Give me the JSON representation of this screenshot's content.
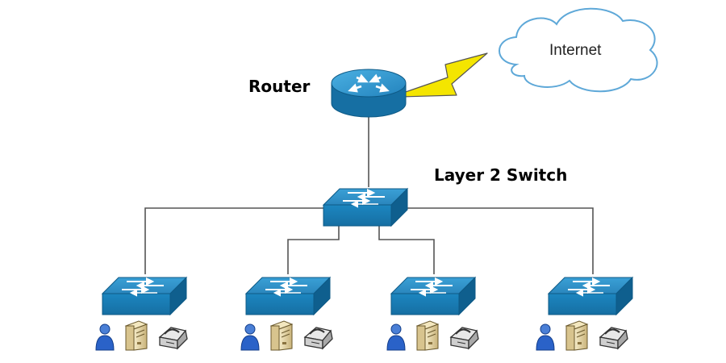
{
  "labels": {
    "router": "Router",
    "internet": "Internet",
    "core_switch": "Layer 2 Switch"
  },
  "colors": {
    "device_front": "#1a7fb7",
    "device_top": "#2b8fc4",
    "device_side": "#0f5f8e",
    "link": "#555555",
    "serial_link": "#f4e500",
    "cloud_stroke": "#5ea8d8",
    "user_blue": "#2a62c8",
    "server_tan": "#e9d9a8"
  },
  "icons": [
    "router-icon",
    "cloud-icon",
    "serial-link-icon",
    "switch-icon",
    "user-icon",
    "server-icon",
    "printer-icon"
  ]
}
